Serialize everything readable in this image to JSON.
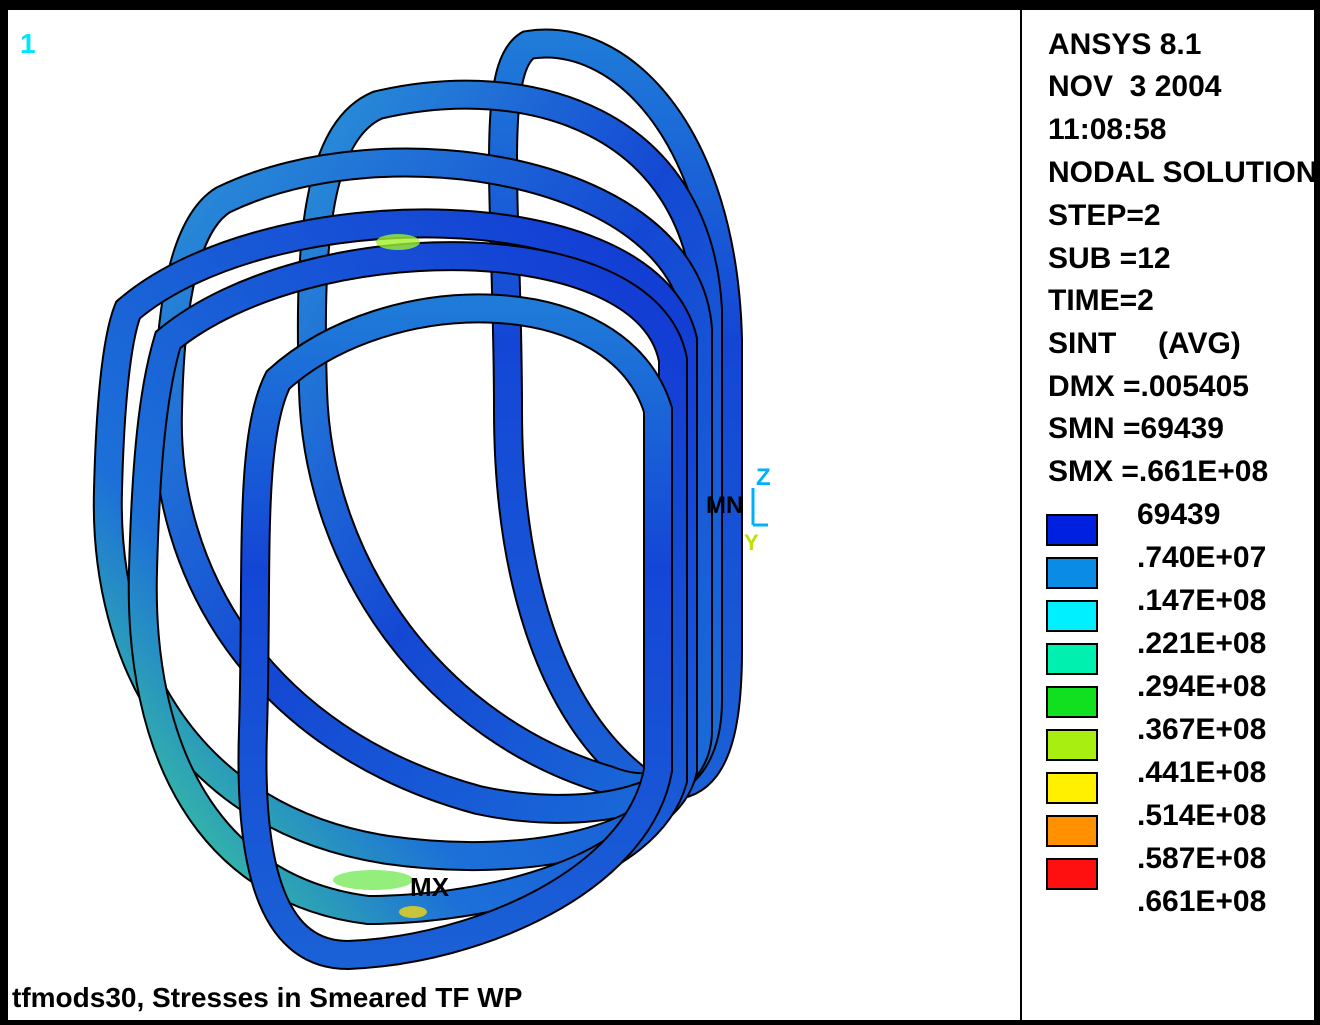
{
  "window_number": "1",
  "header_lines": [
    "ANSYS 8.1",
    "NOV  3 2004",
    "11:08:58",
    "NODAL SOLUTION",
    "STEP=2",
    "SUB =12",
    "TIME=2",
    "SINT     (AVG)",
    "DMX =.005405",
    "SMN =69439",
    "SMX =.661E+08"
  ],
  "contour_legend": [
    {
      "label": "69439",
      "color": "#0020e0"
    },
    {
      "label": ".740E+07",
      "color": "#0a8ce6"
    },
    {
      "label": ".147E+08",
      "color": "#00f0ff"
    },
    {
      "label": ".221E+08",
      "color": "#00f0b0"
    },
    {
      "label": ".294E+08",
      "color": "#10e020"
    },
    {
      "label": ".367E+08",
      "color": "#a8ee10"
    },
    {
      "label": ".441E+08",
      "color": "#fff000"
    },
    {
      "label": ".514E+08",
      "color": "#ff9000"
    },
    {
      "label": ".587E+08",
      "color": "#ff1010"
    },
    {
      "label": ".661E+08",
      "color": null
    }
  ],
  "markers": {
    "max": "MX",
    "min": "MN"
  },
  "axes": {
    "z": "Z",
    "y": "Y"
  },
  "caption": "tfmods30, Stresses in Smeared TF WP",
  "colors": {
    "ring_base": "#1450d8",
    "ring_mid": "#2a88d8",
    "ring_hot": "#30e080",
    "window_number": "#00e5ff"
  }
}
